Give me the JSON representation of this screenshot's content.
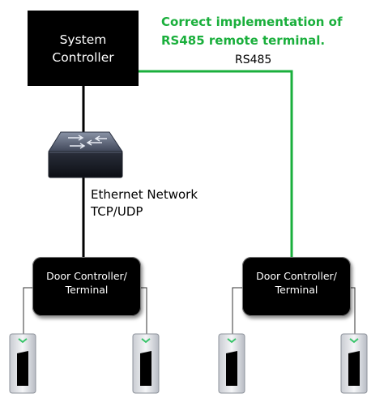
{
  "title": {
    "line1": "Correct implementation of",
    "line2": "RS485 remote terminal."
  },
  "system_controller": {
    "line1": "System",
    "line2": "Controller"
  },
  "rs485_label": "RS485",
  "network_label": {
    "line1": "Ethernet Network",
    "line2": "TCP/UDP"
  },
  "door_controllers": [
    {
      "line1": "Door Controller/",
      "line2": "Terminal"
    },
    {
      "line1": "Door Controller/",
      "line2": "Terminal"
    }
  ],
  "colors": {
    "rs485_line": "#1aaf3c",
    "ethernet_line": "#000000",
    "title": "#1aaf3c"
  },
  "icons": {
    "switch": "network-switch-icon",
    "reader": "card-reader-icon"
  }
}
